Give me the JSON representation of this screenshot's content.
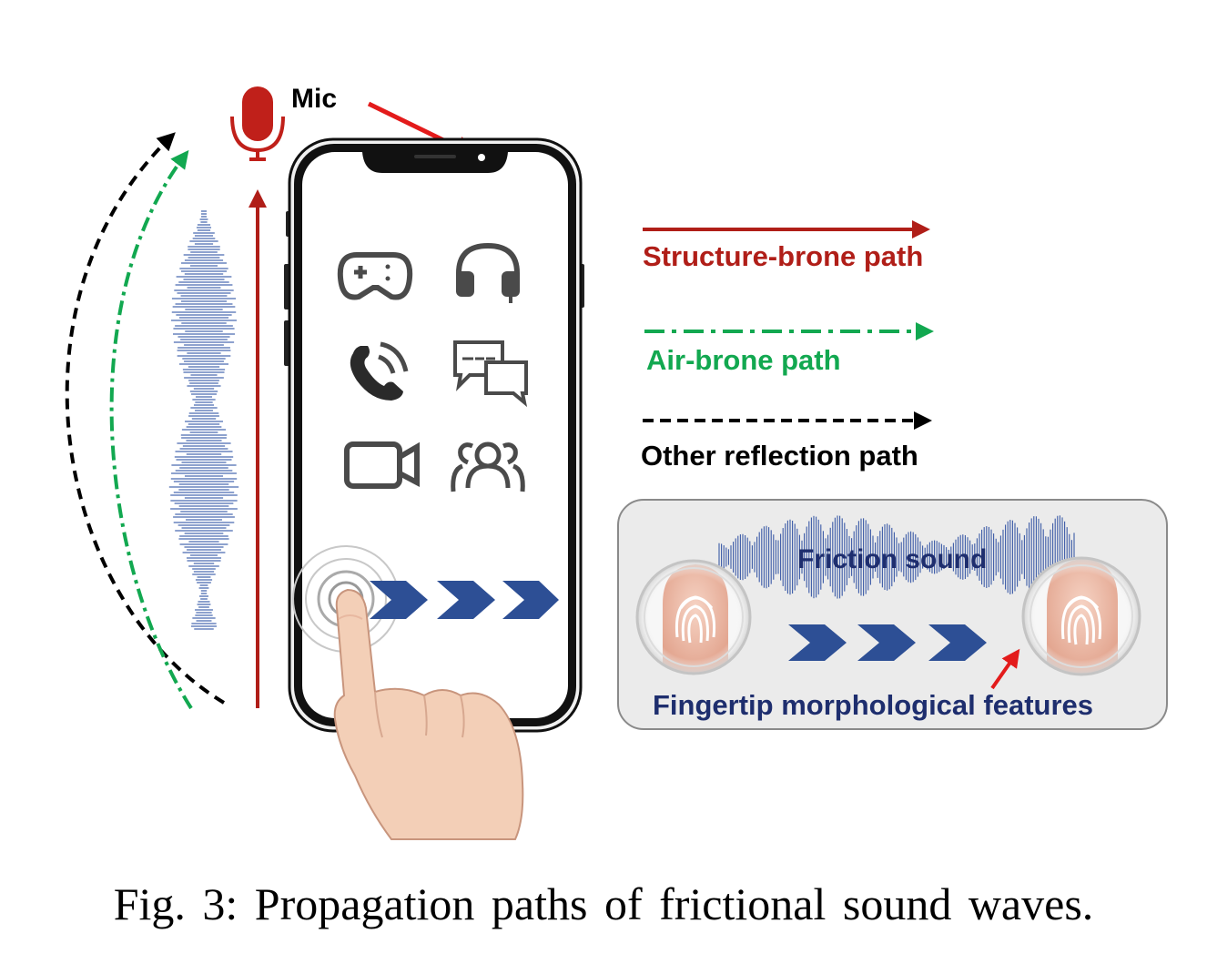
{
  "labels": {
    "mic": "Mic",
    "structure_path": "Structure-brone path",
    "air_path": "Air-brone path",
    "other_path": "Other reflection path",
    "friction_sound": "Friction sound",
    "fingertip_features": "Fingertip morphological features"
  },
  "caption": "Fig. 3:  Propagation paths of frictional sound waves.",
  "icons": [
    "gamepad-icon",
    "headphones-icon",
    "phone-call-icon",
    "chat-icon",
    "video-camera-icon",
    "group-icon",
    "microphone-icon",
    "fingerprint-icon",
    "chevron-right-icon"
  ],
  "colors": {
    "structure": "#b01e18",
    "air": "#12a850",
    "other": "#000000",
    "accent_blue": "#2d4f95",
    "text_navy": "#1e2e6e",
    "mic_red": "#c0201a",
    "mic_arrow": "#e31b1b"
  }
}
